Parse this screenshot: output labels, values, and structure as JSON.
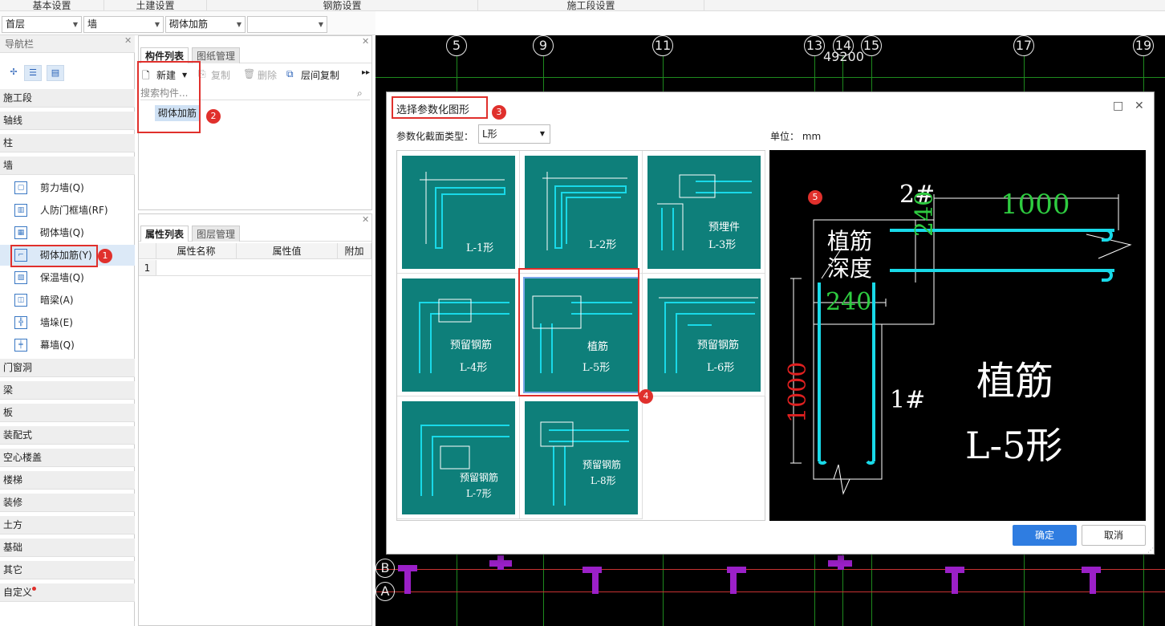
{
  "top_menu": [
    "基本设置",
    "土建设置",
    "钢筋设置",
    "施工段设置"
  ],
  "combos": {
    "floor": "首层",
    "category": "墙",
    "component": "砌体加筋",
    "empty": ""
  },
  "nav": {
    "title": "导航栏",
    "categories_top": [
      "施工段",
      "轴线",
      "柱",
      "墙"
    ],
    "wall_items": [
      "剪力墙(Q)",
      "人防门框墙(RF)",
      "砌体墙(Q)",
      "砌体加筋(Y)",
      "保温墙(Q)",
      "暗梁(A)",
      "墙垛(E)",
      "幕墙(Q)"
    ],
    "categories_bottom": [
      "门窗洞",
      "梁",
      "板",
      "装配式",
      "空心楼盖",
      "楼梯",
      "装修",
      "土方",
      "基础",
      "其它",
      "自定义"
    ]
  },
  "component_panel": {
    "tabs": [
      "构件列表",
      "图纸管理"
    ],
    "toolbar": {
      "new": "新建",
      "copy": "复制",
      "delete": "删除",
      "floor_copy": "层间复制"
    },
    "search_placeholder": "搜索构件...",
    "item": "砌体加筋"
  },
  "property_panel": {
    "tabs": [
      "属性列表",
      "图层管理"
    ],
    "headers": [
      "属性名称",
      "属性值",
      "附加"
    ],
    "row1": "1"
  },
  "cad": {
    "axes_top": [
      "5",
      "9",
      "11",
      "13",
      "14",
      "15",
      "17",
      "19"
    ],
    "dimension": "49200",
    "axes_left": [
      "B",
      "A"
    ]
  },
  "dialog": {
    "title": "选择参数化图形",
    "section_type_label": "参数化截面类型：",
    "section_type_value": "L形",
    "unit": "单位： mm",
    "ok": "确定",
    "cancel": "取消",
    "shapes": [
      {
        "l1": "L-1形",
        "l2": ""
      },
      {
        "l1": "L-2形",
        "l2": ""
      },
      {
        "l1": "预埋件",
        "l2": "L-3形"
      },
      {
        "l1": "预留钢筋",
        "l2": "L-4形"
      },
      {
        "l1": "植筋",
        "l2": "L-5形"
      },
      {
        "l1": "预留钢筋",
        "l2": "L-6形"
      },
      {
        "l1": "预留钢筋",
        "l2": "L-7形"
      },
      {
        "l1": "预留钢筋",
        "l2": "L-8形"
      }
    ],
    "preview": {
      "bar2": "2#",
      "bar1": "1#",
      "top_len": "1000",
      "vert_len": "1000",
      "dim240a": "240",
      "dim240b": "240",
      "depth1": "植筋",
      "depth2": "深度",
      "name1": "植筋",
      "name2": "L-5形"
    }
  },
  "badges": [
    "1",
    "2",
    "3",
    "4",
    "5"
  ],
  "colors": {
    "accent": "#2f7de1",
    "thumb_bg": "#0e7f7a",
    "annotation": "#e0302c",
    "rebar": "#19d9e8",
    "dim_green": "#2ecc40"
  }
}
